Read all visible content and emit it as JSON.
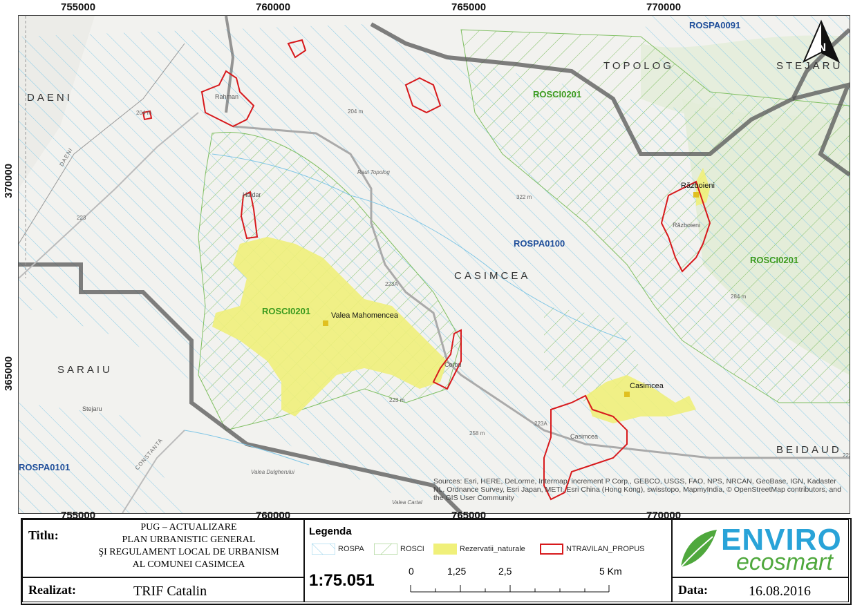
{
  "map": {
    "top_coords": [
      "755000",
      "760000",
      "765000",
      "770000"
    ],
    "bottom_coords": [
      "755000",
      "760000",
      "765000",
      "770000"
    ],
    "left_coords": [
      "370000",
      "365000"
    ],
    "protected_areas": {
      "rospa_top": "ROSPA0091",
      "rospa_center": "ROSPA0100",
      "rospa_bottom_left": "ROSPA0101",
      "rosci_top": "ROSCI0201",
      "rosci_right": "ROSCI0201",
      "rosci_center": "ROSCI0201"
    },
    "communes": {
      "topolog": "TOPOLOG",
      "stejaru": "STEJARU",
      "daeni": "DAENI",
      "casimcea": "CASIMCEA",
      "saraiu": "SARAIU",
      "beidaud": "BEIDAUD"
    },
    "places": {
      "valea_mahomencea": "Valea Mahomencea",
      "razboieni": "Războieni",
      "casimcea_reserve": "Casimcea",
      "casimcea_village": "Casimcea",
      "cordun": "Corbu",
      "haidar": "Haidar",
      "rahman": "Rahman",
      "stejaru_village": "Stejaru",
      "razboieni_village": "Războieni"
    },
    "elevations": {
      "e1": "204 m",
      "e2": "322 m",
      "e3": "223 m",
      "e4": "258 m",
      "e5": "284 m",
      "e6": "204 m"
    },
    "roads": {
      "r1": "223A",
      "r2": "223A",
      "r3": "223",
      "r4": "223"
    },
    "features": {
      "raul_topolog": "Raul Topolog",
      "valea_dulgherului": "Valea Dulgherului",
      "valea_cartal": "Valea Cartal",
      "constanta": "CONSTANTA",
      "daeni_county": "DAENI"
    },
    "attribution": "Sources: Esri, HERE, DeLorme, Intermap, increment P Corp., GEBCO, USGS, FAO, NPS, NRCAN, GeoBase, IGN, Kadaster NL, Ordnance Survey, Esri Japan, METI, Esri China (Hong Kong), swisstopo, MapmyIndia, © OpenStreetMap contributors, and the GIS User Community",
    "north_label": "N"
  },
  "panel": {
    "title_label": "Titlu:",
    "title_lines": [
      "PUG – ACTUALIZARE",
      "PLAN URBANISTIC GENERAL",
      "ŞI REGULAMENT LOCAL DE URBANISM",
      "AL COMUNEI CASIMCEA"
    ],
    "made_label": "Realizat:",
    "made_by": "TRIF Catalin",
    "legend_title": "Legenda",
    "legend_items": [
      "ROSPA",
      "ROSCI",
      "Rezervatii_naturale",
      "NTRAVILAN_PROPUS"
    ],
    "scale": "1:75.051",
    "scale_ticks": [
      "0",
      "1,25",
      "2,5",
      "5 Km"
    ],
    "logo_top": "ENVIRO",
    "logo_bottom": "ecosmart",
    "date_label": "Data:",
    "date": "16.08.2016"
  },
  "colors": {
    "rospa": "#7fc6e6",
    "rosci": "#7bbd5a",
    "reserve": "#f0f07a",
    "intravilan": "#d7191c",
    "brand_green": "#4fa83d",
    "brand_blue": "#29a3d8"
  }
}
